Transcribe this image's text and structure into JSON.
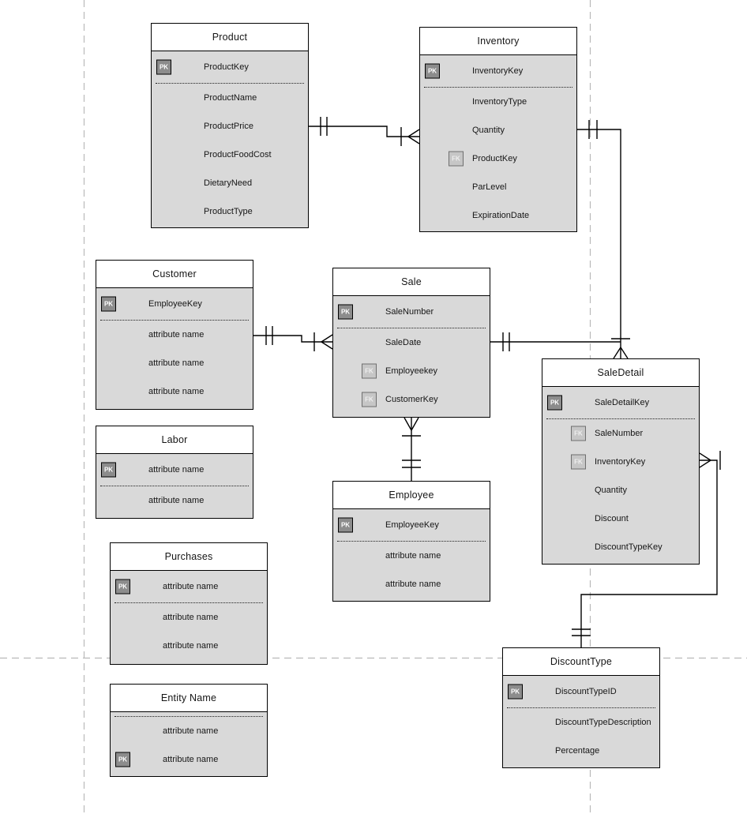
{
  "diagram": {
    "kind": "entity-relationship-diagram",
    "notation": "crows-foot",
    "colors": {
      "table_body": "#d9d9d9",
      "table_header": "#ffffff",
      "table_border": "#000000",
      "pk_badge_fill": "#8c8c8c",
      "fk_badge_fill": "#c6c6c6",
      "guide_line": "#b9b9b9"
    }
  },
  "labels": {
    "pk": "PK",
    "fk": "FK"
  },
  "entities": {
    "product": {
      "title": "Product",
      "attributes": [
        {
          "key": "PK",
          "label": "ProductKey"
        },
        {
          "key": null,
          "label": "ProductName"
        },
        {
          "key": null,
          "label": "ProductPrice"
        },
        {
          "key": null,
          "label": "ProductFoodCost"
        },
        {
          "key": null,
          "label": "DietaryNeed"
        },
        {
          "key": null,
          "label": "ProductType"
        }
      ]
    },
    "inventory": {
      "title": "Inventory",
      "attributes": [
        {
          "key": "PK",
          "label": "InventoryKey"
        },
        {
          "key": null,
          "label": "InventoryType"
        },
        {
          "key": null,
          "label": "Quantity"
        },
        {
          "key": "FK",
          "label": "ProductKey"
        },
        {
          "key": null,
          "label": "ParLevel"
        },
        {
          "key": null,
          "label": "ExpirationDate"
        }
      ]
    },
    "customer": {
      "title": "Customer",
      "attributes": [
        {
          "key": "PK",
          "label": "EmployeeKey"
        },
        {
          "key": null,
          "label": "attribute name"
        },
        {
          "key": null,
          "label": "attribute name"
        },
        {
          "key": null,
          "label": "attribute name"
        }
      ]
    },
    "sale": {
      "title": "Sale",
      "attributes": [
        {
          "key": "PK",
          "label": "SaleNumber"
        },
        {
          "key": null,
          "label": "SaleDate"
        },
        {
          "key": "FK",
          "label": "Employeekey"
        },
        {
          "key": "FK",
          "label": "CustomerKey"
        }
      ]
    },
    "saledetail": {
      "title": "SaleDetail",
      "attributes": [
        {
          "key": "PK",
          "label": "SaleDetailKey"
        },
        {
          "key": "FK",
          "label": "SaleNumber"
        },
        {
          "key": "FK",
          "label": "InventoryKey"
        },
        {
          "key": null,
          "label": "Quantity"
        },
        {
          "key": null,
          "label": "Discount"
        },
        {
          "key": null,
          "label": "DiscountTypeKey"
        }
      ]
    },
    "labor": {
      "title": "Labor",
      "attributes": [
        {
          "key": "PK",
          "label": "attribute name"
        },
        {
          "key": null,
          "label": "attribute name"
        }
      ]
    },
    "employee": {
      "title": "Employee",
      "attributes": [
        {
          "key": "PK",
          "label": "EmployeeKey"
        },
        {
          "key": null,
          "label": "attribute name"
        },
        {
          "key": null,
          "label": "attribute name"
        }
      ]
    },
    "purchases": {
      "title": "Purchases",
      "attributes": [
        {
          "key": "PK",
          "label": "attribute name"
        },
        {
          "key": null,
          "label": "attribute name"
        },
        {
          "key": null,
          "label": "attribute name"
        }
      ]
    },
    "entity_name": {
      "title": "Entity Name",
      "attributes": [
        {
          "key": null,
          "label": "attribute name"
        },
        {
          "key": "PK",
          "label": "attribute name"
        }
      ]
    },
    "discounttype": {
      "title": "DiscountType",
      "attributes": [
        {
          "key": "PK",
          "label": "DiscountTypeID"
        },
        {
          "key": null,
          "label": "DiscountTypeDescription"
        },
        {
          "key": null,
          "label": "Percentage"
        }
      ]
    }
  },
  "relationships": [
    {
      "from": "Product",
      "to": "Inventory",
      "from_cardinality": "one-and-only-one",
      "to_cardinality": "one-or-many"
    },
    {
      "from": "Customer",
      "to": "Sale",
      "from_cardinality": "one-and-only-one",
      "to_cardinality": "one-or-many"
    },
    {
      "from": "Employee",
      "to": "Sale",
      "from_cardinality": "one-and-only-one",
      "to_cardinality": "one-or-many"
    },
    {
      "from": "Inventory",
      "to": "SaleDetail",
      "from_cardinality": "one-and-only-one",
      "to_cardinality": "one-or-many"
    },
    {
      "from": "Sale",
      "to": "SaleDetail",
      "from_cardinality": "one-and-only-one",
      "to_cardinality": "one-or-many"
    },
    {
      "from": "DiscountType",
      "to": "SaleDetail",
      "from_cardinality": "one-and-only-one",
      "to_cardinality": "one-or-many"
    }
  ]
}
